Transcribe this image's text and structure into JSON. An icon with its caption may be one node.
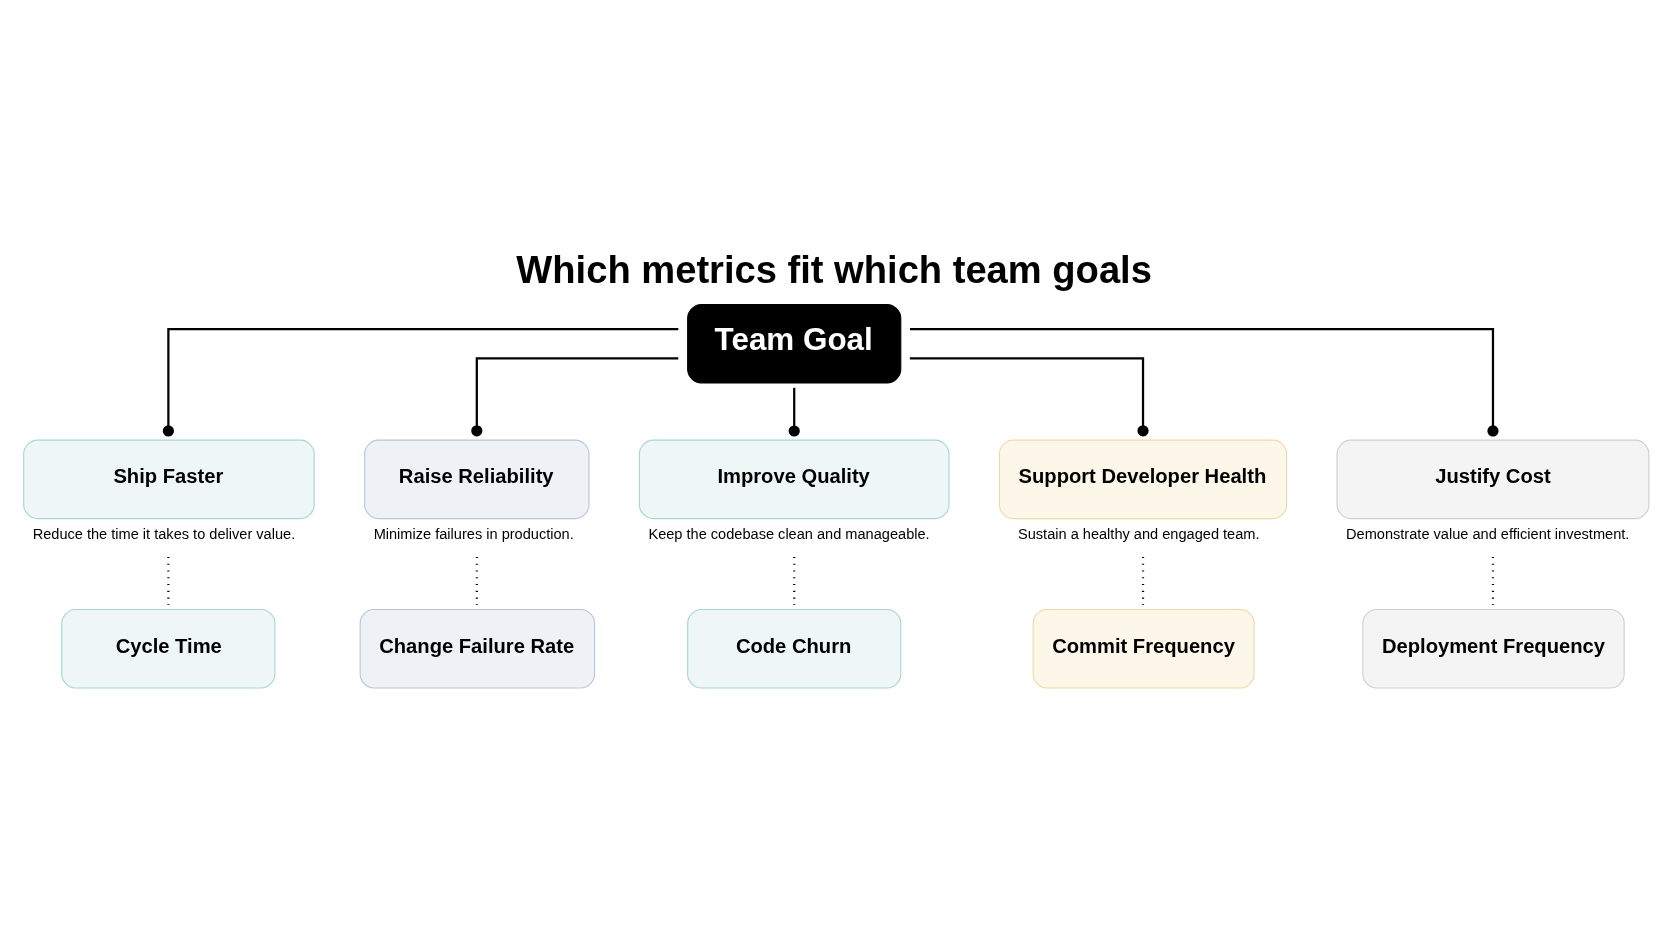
{
  "diagram": {
    "title": "Which metrics fit which team goals",
    "nodes": [
      {
        "text": [
          "Team Goal"
        ]
      },
      {
        "text": [
          "Ship Faster"
        ],
        "beside": [
          "Reduce the time it takes to deliver value."
        ]
      },
      {
        "text": [
          "Raise Reliability"
        ],
        "beside": [
          "Minimize failures in production."
        ]
      },
      {
        "text": [
          "Improve Quality"
        ],
        "beside": [
          "Keep the codebase clean and manageable."
        ]
      },
      {
        "text": [
          "Support Developer Health"
        ],
        "beside": [
          "Sustain a healthy and engaged team."
        ]
      },
      {
        "text": [
          "Justify Cost"
        ],
        "beside": [
          "Demonstrate value and efficient investment."
        ]
      },
      {
        "text": [
          "Cycle Time"
        ]
      },
      {
        "text": [
          "Change Failure Rate"
        ]
      },
      {
        "text": [
          "Code Churn"
        ]
      },
      {
        "text": [
          "Commit Frequency"
        ]
      },
      {
        "text": [
          "Deployment Frequency"
        ]
      }
    ],
    "edges": [
      {
        "from": 0,
        "to": 1,
        "arrow": "other"
      },
      {
        "from": 0,
        "to": 2,
        "arrow": "other"
      },
      {
        "from": 0,
        "to": 3,
        "arrow": "other"
      },
      {
        "from": 0,
        "to": 4,
        "arrow": "other"
      },
      {
        "from": 0,
        "to": 5,
        "arrow": "other"
      },
      {
        "from": 1,
        "to": 6,
        "arrow": "none",
        "style": "dashed"
      },
      {
        "from": 2,
        "to": 7,
        "arrow": "none",
        "style": "dashed"
      },
      {
        "from": 3,
        "to": 8,
        "arrow": "none",
        "style": "dashed"
      },
      {
        "from": 4,
        "to": 9,
        "arrow": "none",
        "style": "dashed"
      },
      {
        "from": 5,
        "to": 10,
        "arrow": "none",
        "style": "dashed"
      }
    ]
  }
}
